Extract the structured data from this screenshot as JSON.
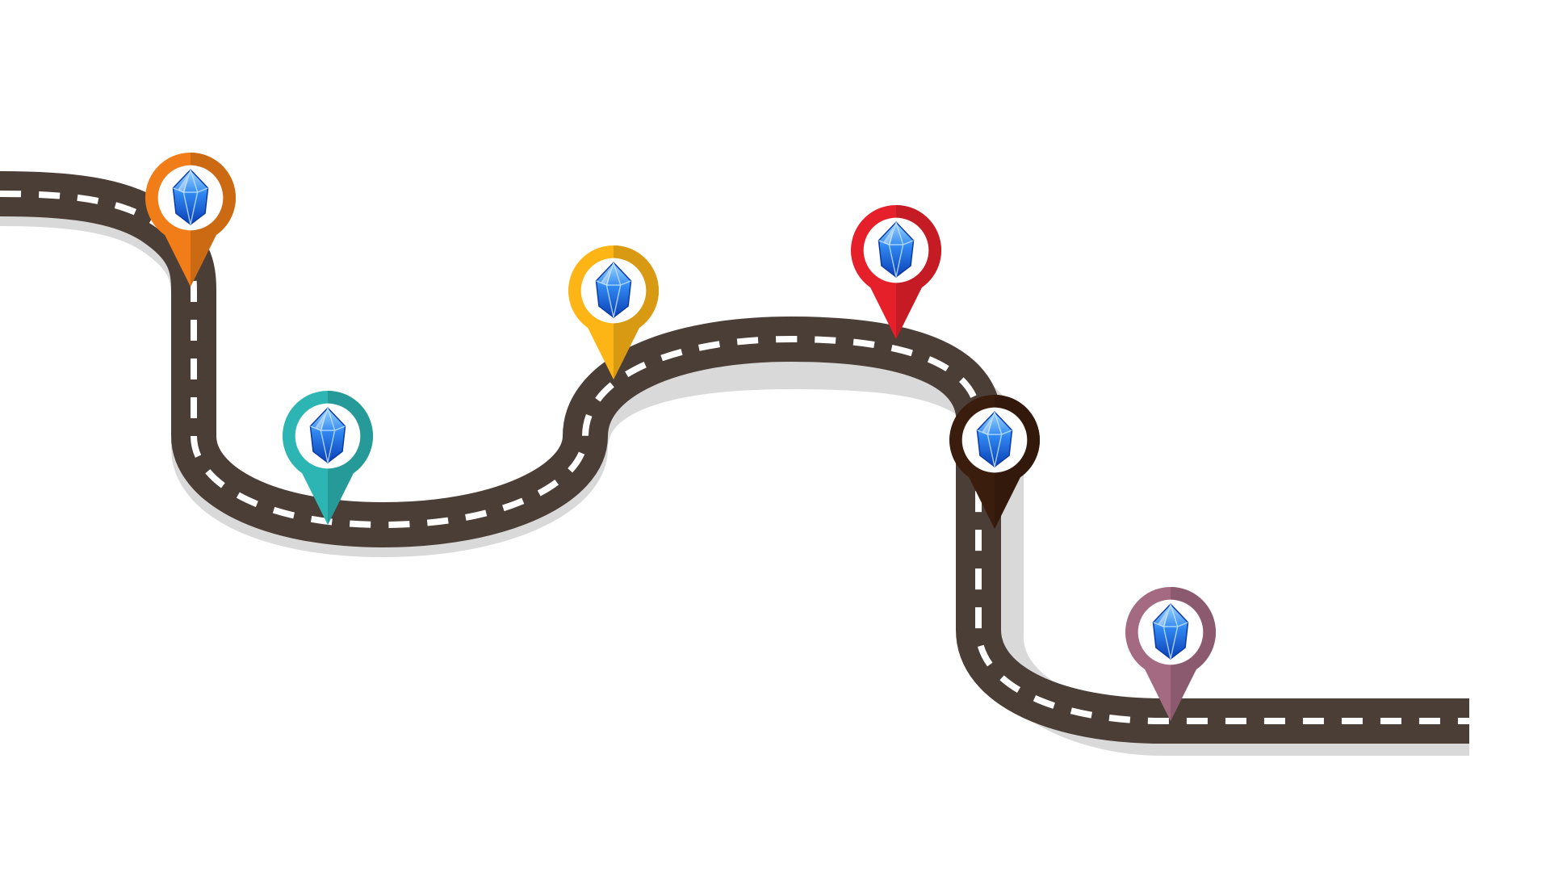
{
  "diagram": {
    "kind": "roadmap",
    "background_color": "#ffffff",
    "road_color": "#4b3e37",
    "road_shadow_color": "#d9d9d9",
    "lane_marking_color": "#ffffff",
    "milestone_count": 6,
    "milestones": [
      {
        "id": "milestone-1",
        "color": "#f07d17",
        "icon": "blue-gem-icon"
      },
      {
        "id": "milestone-2",
        "color": "#2db5b3",
        "icon": "blue-gem-icon"
      },
      {
        "id": "milestone-3",
        "color": "#fdb515",
        "icon": "blue-gem-icon"
      },
      {
        "id": "milestone-4",
        "color": "#e6202a",
        "icon": "blue-gem-icon"
      },
      {
        "id": "milestone-5",
        "color": "#3b1d0e",
        "icon": "blue-gem-icon"
      },
      {
        "id": "milestone-6",
        "color": "#a46a82",
        "icon": "blue-gem-icon"
      }
    ]
  }
}
